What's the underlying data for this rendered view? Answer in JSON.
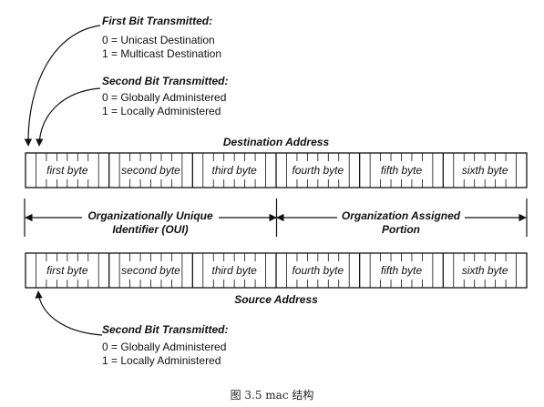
{
  "first_bit": {
    "heading": "First Bit Transmitted:",
    "line1": "0 = Unicast Destination",
    "line2": "1 = Multicast Destination"
  },
  "second_bit_top": {
    "heading": "Second Bit Transmitted:",
    "line1": "0 = Globally Administered",
    "line2": "1 = Locally Administered"
  },
  "destination_label": "Destination Address",
  "source_label": "Source Address",
  "bytes": [
    "first byte",
    "second byte",
    "third byte",
    "fourth byte",
    "fifth byte",
    "sixth byte"
  ],
  "oui_label": {
    "line1": "Organizationally Unique",
    "line2": "Identifier (OUI)"
  },
  "org_label": {
    "line1": "Organization Assigned",
    "line2": "Portion"
  },
  "second_bit_bottom": {
    "heading": "Second Bit Transmitted:",
    "line1": "0 = Globally Administered",
    "line2": "1 = Locally Administered"
  },
  "caption": "图 3.5 mac 结构"
}
